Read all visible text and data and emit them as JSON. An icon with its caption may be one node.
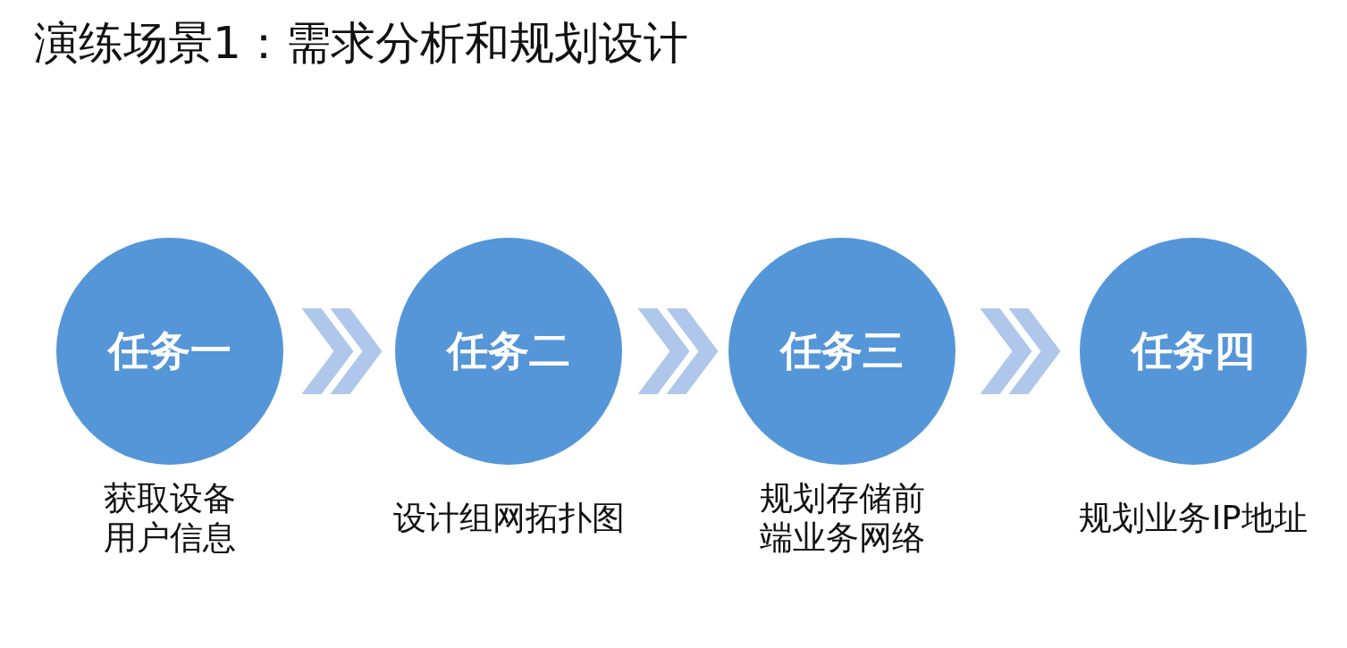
{
  "diagram": {
    "title": "演练场景1：需求分析和规划设计",
    "nodes": [
      {
        "text": [
          "任务一"
        ],
        "beside": [
          "获取设备用户信息"
        ]
      },
      {
        "text": [
          "任务二"
        ],
        "beside": [
          "设计组网拓扑图"
        ]
      },
      {
        "text": [
          "任务三"
        ],
        "beside": [
          "规划存储前端业务网络"
        ]
      },
      {
        "text": [
          "任务四"
        ],
        "beside": [
          "规划业务IP地址"
        ]
      }
    ],
    "edges": [
      {
        "from": 0,
        "to": 1,
        "arrow": "to"
      },
      {
        "from": 1,
        "to": 2,
        "arrow": "to"
      },
      {
        "from": 2,
        "to": 3,
        "arrow": "to"
      }
    ]
  }
}
